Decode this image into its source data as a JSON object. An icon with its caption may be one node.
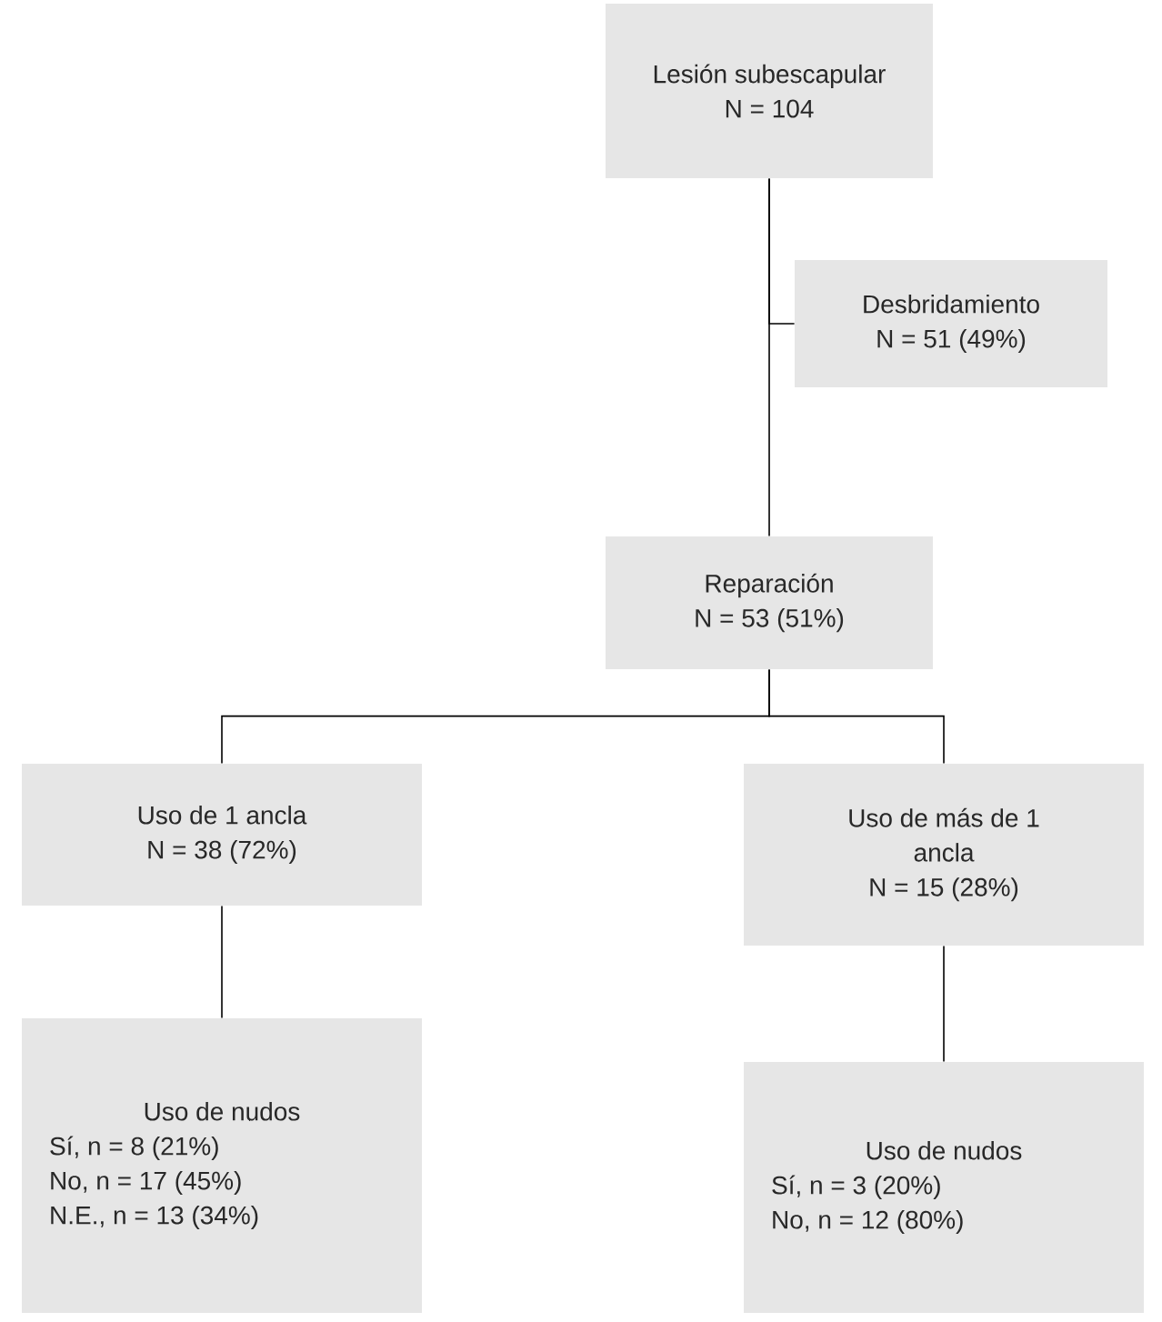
{
  "diagram": {
    "nodes": [
      {
        "text": [
          "Lesión subescapular",
          "N = 104"
        ]
      },
      {
        "text": [
          "Desbridamiento",
          "N = 51 (49%)"
        ]
      },
      {
        "text": [
          "Reparación",
          "N = 53 (51%)"
        ]
      },
      {
        "text": [
          "Uso de 1 ancla",
          "N = 38 (72%)"
        ]
      },
      {
        "text": [
          "Uso de más de 1 ancla",
          "N = 15 (28%)"
        ]
      },
      {
        "text": [
          "Uso de nudos",
          "Sí, n = 8 (21%)",
          "No, n = 17 (45%)",
          "N.E., n = 13 (34%)"
        ]
      },
      {
        "text": [
          "Uso de nudos",
          "Sí, n = 3 (20%)",
          "No, n = 12 (80%)"
        ]
      }
    ],
    "edges": [
      {
        "from": 0,
        "to": 1,
        "arrow": "none"
      },
      {
        "from": 0,
        "to": 2,
        "arrow": "none"
      },
      {
        "from": 2,
        "to": 3,
        "arrow": "none"
      },
      {
        "from": 2,
        "to": 4,
        "arrow": "none"
      },
      {
        "from": 3,
        "to": 5,
        "arrow": "none"
      },
      {
        "from": 4,
        "to": 6,
        "arrow": "none"
      }
    ]
  }
}
